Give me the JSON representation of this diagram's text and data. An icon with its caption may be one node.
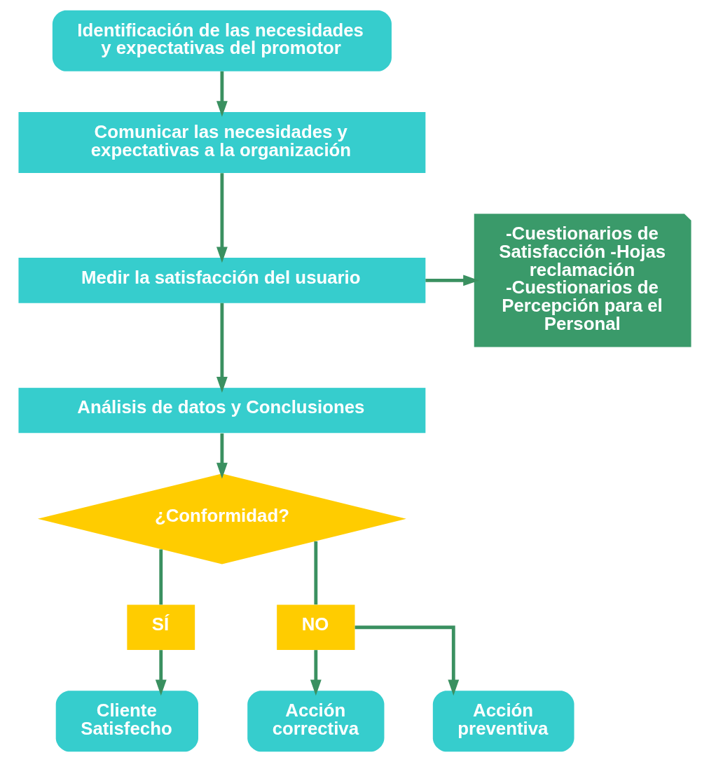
{
  "diagram": {
    "nodes": [
      {
        "text": [
          "Identificación de las necesidades y expectativas del promotor"
        ]
      },
      {
        "text": [
          "Comunicar las necesidades y expectativas a la organización"
        ]
      },
      {
        "text": [
          "Medir la satisfacción del usuario"
        ]
      },
      {
        "text": [
          "-Cuestionarios de Satisfacción -Hojas reclamación -Cuestionarios de Percepción para el Personal"
        ]
      },
      {
        "text": [
          "Análisis de datos y Conclusiones"
        ]
      },
      {
        "text": [
          "¿Conformidad?"
        ]
      },
      {
        "text": [
          "SÍ"
        ]
      },
      {
        "text": [
          "NO"
        ]
      },
      {
        "text": [
          "Cliente Satisfecho"
        ]
      },
      {
        "text": [
          "Acción correctiva"
        ]
      },
      {
        "text": [
          "Acción preventiva"
        ]
      }
    ],
    "edges": [
      {
        "from": 0,
        "to": 1,
        "arrow": "to"
      },
      {
        "from": 1,
        "to": 2,
        "arrow": "to"
      },
      {
        "from": 2,
        "to": 3,
        "arrow": "to"
      },
      {
        "from": 2,
        "to": 4,
        "arrow": "to"
      },
      {
        "from": 4,
        "to": 5,
        "arrow": "to"
      },
      {
        "from": 5,
        "to": 6,
        "arrow": "none"
      },
      {
        "from": 5,
        "to": 7,
        "arrow": "none"
      },
      {
        "from": 6,
        "to": 8,
        "arrow": "to"
      },
      {
        "from": 7,
        "to": 9,
        "arrow": "to"
      },
      {
        "from": 7,
        "to": 10,
        "arrow": "to"
      }
    ]
  }
}
